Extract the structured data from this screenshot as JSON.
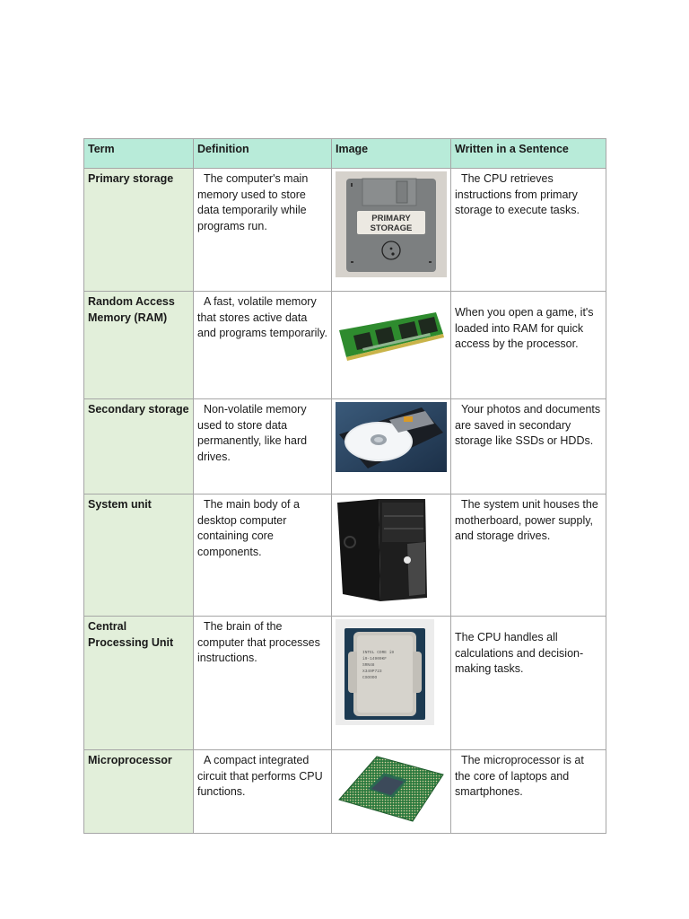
{
  "table": {
    "headers": {
      "term": "Term",
      "definition": "Definition",
      "image": "Image",
      "sentence": "Written in a Sentence"
    },
    "colors": {
      "header_bg": "#b8ebd9",
      "term_col_bg": "#e2efda",
      "border": "#a6a6a6"
    },
    "rows": [
      {
        "term": "Primary storage",
        "definition": "  The computer's main memory used to store data temporarily while programs run.",
        "image": {
          "icon": "floppy-disk-image",
          "label_line1": "PRIMARY",
          "label_line2": "STORAGE"
        },
        "sentence": "  The CPU retrieves instructions from primary storage to execute tasks."
      },
      {
        "term": "Random Access Memory (RAM)",
        "definition": "  A fast, volatile memory that stores active data and programs temporarily.",
        "image": {
          "icon": "ram-module-image"
        },
        "sentence": "When you open a game, it's loaded into RAM for quick access by the processor."
      },
      {
        "term": "Secondary storage",
        "definition": "  Non-volatile memory used to store data permanently, like hard drives.",
        "image": {
          "icon": "hard-drive-image"
        },
        "sentence": "  Your photos and documents are saved in secondary storage like SSDs or HDDs."
      },
      {
        "term": "System unit",
        "definition": "  The main body of a desktop computer containing core components.",
        "image": {
          "icon": "pc-tower-image"
        },
        "sentence": "  The system unit houses the motherboard, power supply, and storage drives."
      },
      {
        "term": "Central Processing Unit",
        "definition": "  The brain of the computer that processes instructions.",
        "image": {
          "icon": "cpu-chip-image"
        },
        "sentence": "The CPU handles all calculations and decision-making tasks."
      },
      {
        "term": "Microprocessor",
        "definition": "  A compact integrated circuit that performs CPU functions.",
        "image": {
          "icon": "microprocessor-image"
        },
        "sentence": "  The microprocessor is at the core of laptops and smartphones."
      }
    ]
  }
}
